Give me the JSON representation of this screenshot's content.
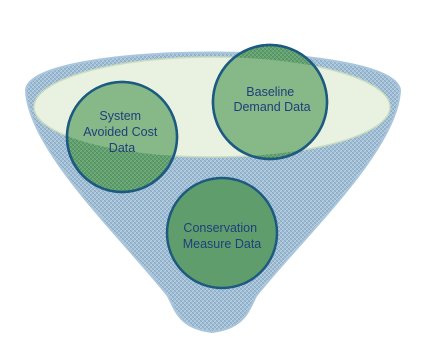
{
  "diagram": {
    "circles": [
      {
        "id": "system-avoided-cost",
        "lines": [
          "System",
          "Avoided Cost",
          "Data"
        ]
      },
      {
        "id": "baseline-demand",
        "lines": [
          "Baseline",
          "Demand Data"
        ]
      },
      {
        "id": "conservation-measure",
        "lines": [
          "Conservation",
          "Measure Data"
        ]
      }
    ],
    "colors": {
      "funnel_fill": "#9fbcd4",
      "funnel_stroke": "#a9c6dc",
      "funnel_opening": "#e9f2e1",
      "circle_fill": "#86b888",
      "circle_fill_lower": "#5f9e6c",
      "circle_stroke": "#1d5a80",
      "label_text": "#1f3f7a"
    }
  }
}
